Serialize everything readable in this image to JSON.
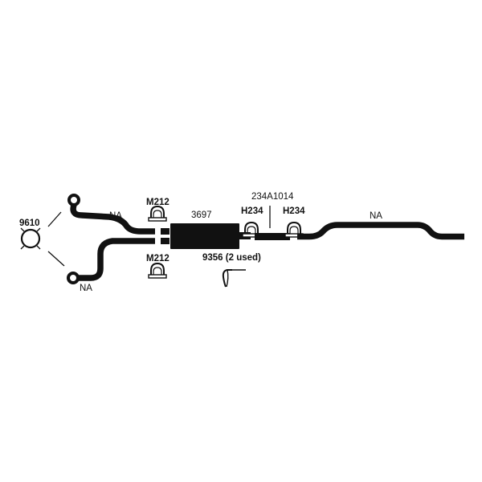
{
  "colors": {
    "line": "#111111",
    "background": "#ffffff"
  },
  "labels": {
    "gasket": "9610",
    "clamp_top": "M212",
    "clamp_bottom": "M212",
    "muffler": "3697",
    "hanger_left": "H234",
    "hanger_right": "H234",
    "bracket": "234A1014",
    "hanger_strap": "9356 (2 used)",
    "pipe_upper_left": "NA",
    "pipe_lower_left": "NA",
    "tailpipe": "NA"
  },
  "icons": {
    "gasket": "ring-gasket-icon",
    "clamp": "u-bolt-clamp-icon",
    "hanger_strap": "strap-hanger-icon"
  }
}
